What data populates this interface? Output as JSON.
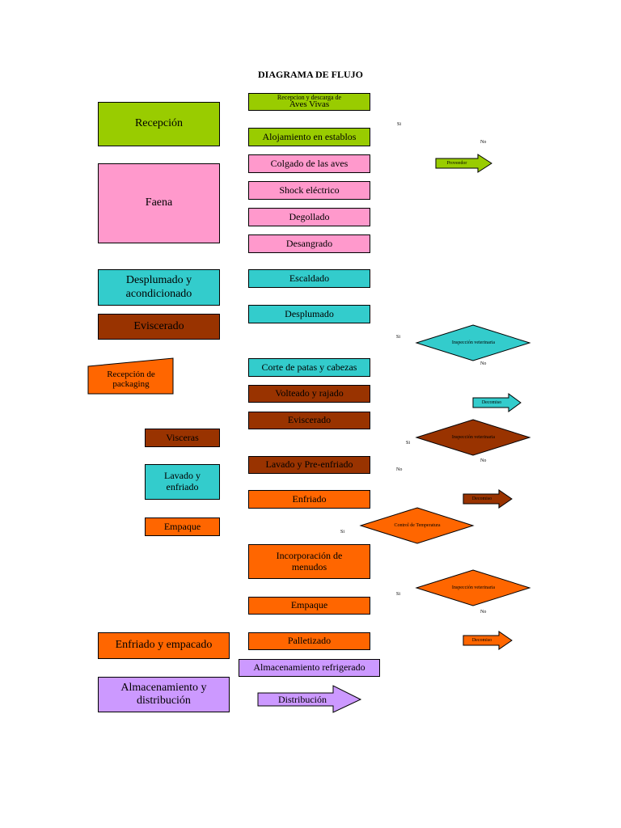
{
  "title": "DIAGRAMA DE FLUJO",
  "stages": {
    "recepcion": "Recepción",
    "faena": "Faena",
    "desplumado": "Desplumado y acondicionado",
    "eviscerado": "Eviscerado",
    "recepcion_packaging": "Recepción de packaging",
    "visceras": "Visceras",
    "lavado_enfriado": "Lavado y enfriado",
    "empaque": "Empaque",
    "enfriado_empacado": "Enfriado y empacado",
    "almacenamiento": "Almacenamiento y distribución"
  },
  "steps": {
    "recepcion_descarga_a": "Recepcion y descarga  de",
    "recepcion_descarga_b": "Aves Vivas",
    "alojamiento": "Alojamiento en establos",
    "colgado": "Colgado de las aves",
    "shock": "Shock eléctrico",
    "degollado": "Degollado",
    "desangrado": "Desangrado",
    "escaldado": "Escaldado",
    "desplumado": "Desplumado",
    "corte": "Corte de patas y cabezas",
    "volteado": "Volteado y rajado",
    "eviscerado": "Eviscerado",
    "lavado": "Lavado y Pre-enfriado",
    "enfriado": "Enfriado",
    "incorporacion": "Incorporación de menudos",
    "empaque": "Empaque",
    "palletizado": "Palletizado",
    "almacenamiento": "Almacenamiento refrigerado",
    "distribucion": "Distribución"
  },
  "decisions": {
    "inspeccion1": "Inspección veterinaria",
    "inspeccion2": "Inspección veterinaria",
    "control_temp": "Control de Temperatura",
    "inspeccion3": "Inspección veterinaria"
  },
  "arrows": {
    "proveedor": "Proveedor",
    "decomiso1": "Decomiso",
    "decomiso2": "Decomiso",
    "decomiso3": "Decomiso"
  },
  "labels": {
    "si": "Si",
    "no": "No"
  },
  "colors": {
    "green": "#99cc00",
    "pink": "#ff99cc",
    "teal": "#33cccc",
    "brown": "#993300",
    "orange": "#ff6600",
    "purple": "#cc99ff"
  }
}
